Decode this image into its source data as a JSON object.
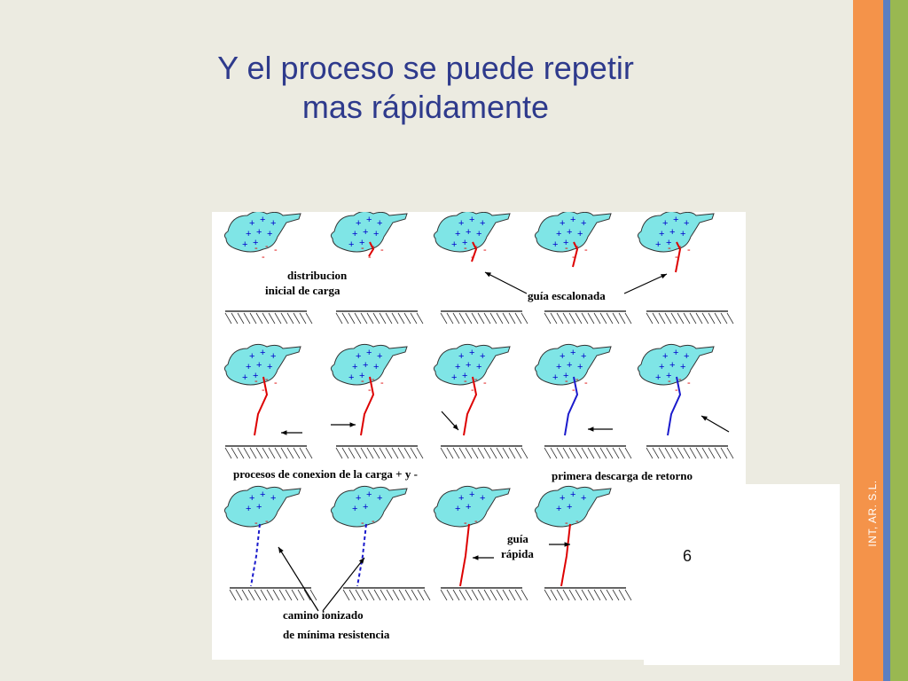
{
  "slide": {
    "title_line1": "Y el proceso se puede repetir",
    "title_line2": "mas rápidamente",
    "footer_text": "INT, AR. S.L.",
    "slide_number": "6"
  },
  "figure": {
    "captions": {
      "distribution_line1": "distribucion",
      "distribution_line2": "inicial de carga",
      "stepped_leader": "guía escalonada",
      "connection": "procesos de conexion de la carga + y -",
      "first_return": "primera descarga de retorno",
      "dart_leader_line1": "guía",
      "dart_leader_line2": "rápida",
      "ionized_line1": "camino ionizado",
      "ionized_line2": "de mínima resistencia"
    },
    "colors": {
      "cloud": "#7fe5e6",
      "positive_charge": "#0000cc",
      "negative_charge": "#dd0000",
      "leader": "#dd0000",
      "return_stroke": "#1a1acc"
    }
  }
}
